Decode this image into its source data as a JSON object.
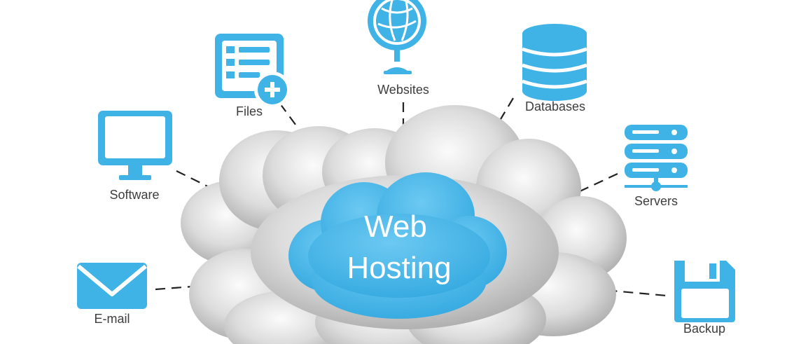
{
  "center": {
    "line1": "Web",
    "line2": "Hosting"
  },
  "nodes": {
    "files": "Files",
    "websites": "Websites",
    "databases": "Databases",
    "software": "Software",
    "servers": "Servers",
    "email": "E-mail",
    "backup": "Backup"
  },
  "icons": {
    "files": "file-list-add-icon",
    "websites": "globe-icon",
    "databases": "database-icon",
    "software": "monitor-icon",
    "servers": "server-rack-icon",
    "email": "envelope-icon",
    "backup": "floppy-disk-icon"
  },
  "colors": {
    "accent": "#3fb2e6",
    "cloud_center": "#4bb8ea",
    "cloud_grey": "#c9c9c9",
    "text": "#3d3d3d"
  }
}
